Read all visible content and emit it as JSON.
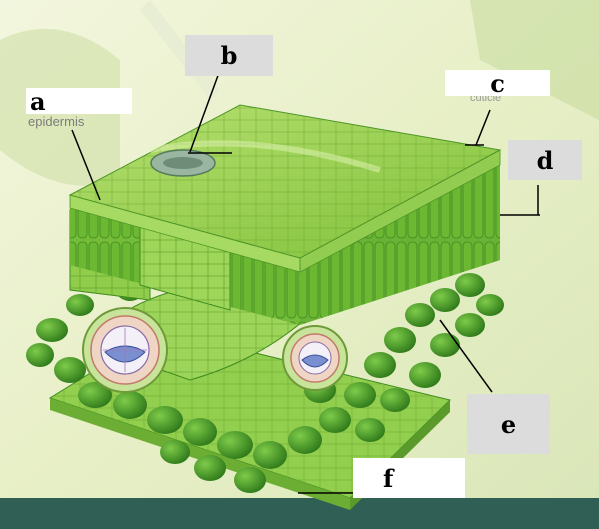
{
  "labels": {
    "a": "a",
    "b": "b",
    "c": "c",
    "d": "d",
    "e": "e",
    "f": "f"
  },
  "printed_terms": {
    "epidermis": "epidermis",
    "cuticle_partial": "cuticle"
  },
  "colors": {
    "leaf_green": "#8cc63f",
    "dark_green": "#3f8a1e",
    "label_box": "#dcdcdc",
    "footer": "#2f5f55"
  }
}
